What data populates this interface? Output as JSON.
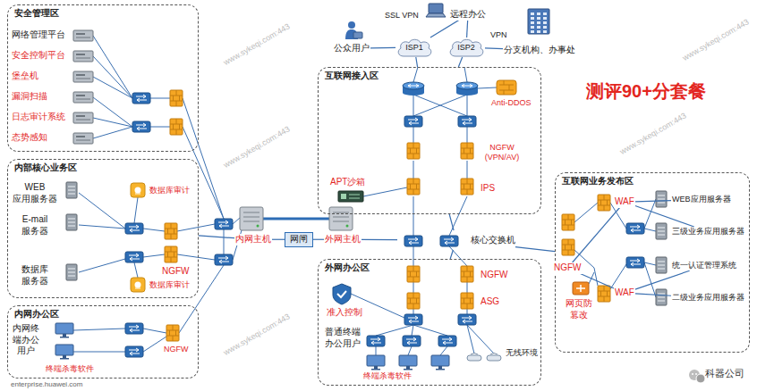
{
  "diagram": {
    "nodes": [
      {
        "text": [
          "安全管理区"
        ]
      },
      {
        "text": [
          "网络管理平台"
        ],
        "in": 0
      },
      {
        "text": [
          "安全控制平台"
        ],
        "in": 0
      },
      {
        "text": [
          "堡垒机"
        ],
        "in": 0
      },
      {
        "text": [
          "漏洞扫描"
        ],
        "in": 0
      },
      {
        "text": [
          "日志审计系统"
        ],
        "in": 0
      },
      {
        "text": [
          "态势感知"
        ],
        "in": 0
      },
      {
        "text": [
          "内部核心业务区"
        ]
      },
      {
        "text": [
          "WEB 应用服务器"
        ],
        "in": 7
      },
      {
        "text": [
          "数据库审计"
        ],
        "in": 7
      },
      {
        "text": [
          "E-mail 服务器"
        ],
        "in": 7
      },
      {
        "text": [
          "NGFW"
        ],
        "in": 7
      },
      {
        "text": [
          "数据库 服务器"
        ],
        "in": 7
      },
      {
        "text": [
          "数据库审计"
        ],
        "in": 7
      },
      {
        "text": [
          "内网办公区"
        ]
      },
      {
        "text": [
          "内网终端办公用户"
        ],
        "in": 14
      },
      {
        "text": [
          "终端杀毒软件"
        ],
        "in": 14
      },
      {
        "text": [
          "NGFW"
        ],
        "in": 14
      },
      {
        "text": [
          "内网主机"
        ]
      },
      {
        "text": [
          "网闸"
        ]
      },
      {
        "text": [
          "外网主机"
        ]
      },
      {
        "text": [
          "公众用户"
        ]
      },
      {
        "text": [
          "远程办公"
        ]
      },
      {
        "text": [
          "ISP1"
        ]
      },
      {
        "text": [
          "ISP2"
        ]
      },
      {
        "text": [
          "分支机构、办事处"
        ]
      },
      {
        "text": [
          "互联网接入区"
        ]
      },
      {
        "text": [
          "Anti-DDOS"
        ],
        "in": 26
      },
      {
        "text": [
          "NGFW (VPN/AV)"
        ],
        "in": 26
      },
      {
        "text": [
          "APT沙箱"
        ],
        "in": 26
      },
      {
        "text": [
          "IPS"
        ],
        "in": 26
      },
      {
        "text": [
          "核心交换机"
        ]
      },
      {
        "text": [
          "外网办公区"
        ]
      },
      {
        "text": [
          "NGFW"
        ],
        "in": 32
      },
      {
        "text": [
          "ASG"
        ],
        "in": 32
      },
      {
        "text": [
          "准入控制"
        ],
        "in": 32
      },
      {
        "text": [
          "普通终端办公用户"
        ],
        "in": 32
      },
      {
        "text": [
          "终端杀毒软件"
        ],
        "in": 32
      },
      {
        "text": [
          "无线环境"
        ],
        "in": 32
      },
      {
        "text": [
          "互联网业务发布区"
        ]
      },
      {
        "text": [
          "WAF"
        ],
        "in": 39
      },
      {
        "text": [
          "WEB应用服务器"
        ],
        "in": 39
      },
      {
        "text": [
          "三级业务应用服务器"
        ],
        "in": 39
      },
      {
        "text": [
          "NGFW"
        ],
        "in": 39
      },
      {
        "text": [
          "统一认证管理系统"
        ],
        "in": 39
      },
      {
        "text": [
          "WAF"
        ],
        "in": 39
      },
      {
        "text": [
          "二级业务应用服务器"
        ],
        "in": 39
      },
      {
        "text": [
          "网页防篡改"
        ],
        "in": 39
      }
    ],
    "edges": [
      {
        "from": 7,
        "to": 18,
        "arrow": "none"
      },
      {
        "from": 18,
        "to": 19,
        "arrow": "none"
      },
      {
        "from": 19,
        "to": 20,
        "arrow": "none"
      },
      {
        "from": 20,
        "to": 31,
        "arrow": "none"
      },
      {
        "from": 21,
        "to": 23,
        "arrow": "none"
      },
      {
        "from": 22,
        "to": 23,
        "arrow": "none"
      },
      {
        "from": 22,
        "to": 24,
        "arrow": "none"
      },
      {
        "from": 25,
        "to": 24,
        "arrow": "none"
      },
      {
        "from": 23,
        "to": 26,
        "arrow": "none"
      },
      {
        "from": 24,
        "to": 26,
        "arrow": "none"
      },
      {
        "from": 26,
        "to": 31,
        "arrow": "none"
      },
      {
        "from": 31,
        "to": 32,
        "arrow": "none"
      },
      {
        "from": 31,
        "to": 39,
        "arrow": "none"
      },
      {
        "from": 43,
        "to": 40,
        "arrow": "none"
      },
      {
        "from": 43,
        "to": 45,
        "arrow": "none"
      },
      {
        "from": 40,
        "to": 41,
        "arrow": "none"
      },
      {
        "from": 40,
        "to": 42,
        "arrow": "none"
      },
      {
        "from": 45,
        "to": 44,
        "arrow": "none"
      },
      {
        "from": 45,
        "to": 46,
        "arrow": "none"
      }
    ],
    "labels": [
      "SSL VPN",
      "VPN",
      "测评90+分套餐",
      "www.sykeqi.com:443",
      "www.sykeqi.com:443",
      "www.sykeqi.com:443",
      "www.sykeqi.com:443",
      "www.sykeqi.com:443",
      "enterprise.huawei.com",
      "科器公司"
    ]
  }
}
